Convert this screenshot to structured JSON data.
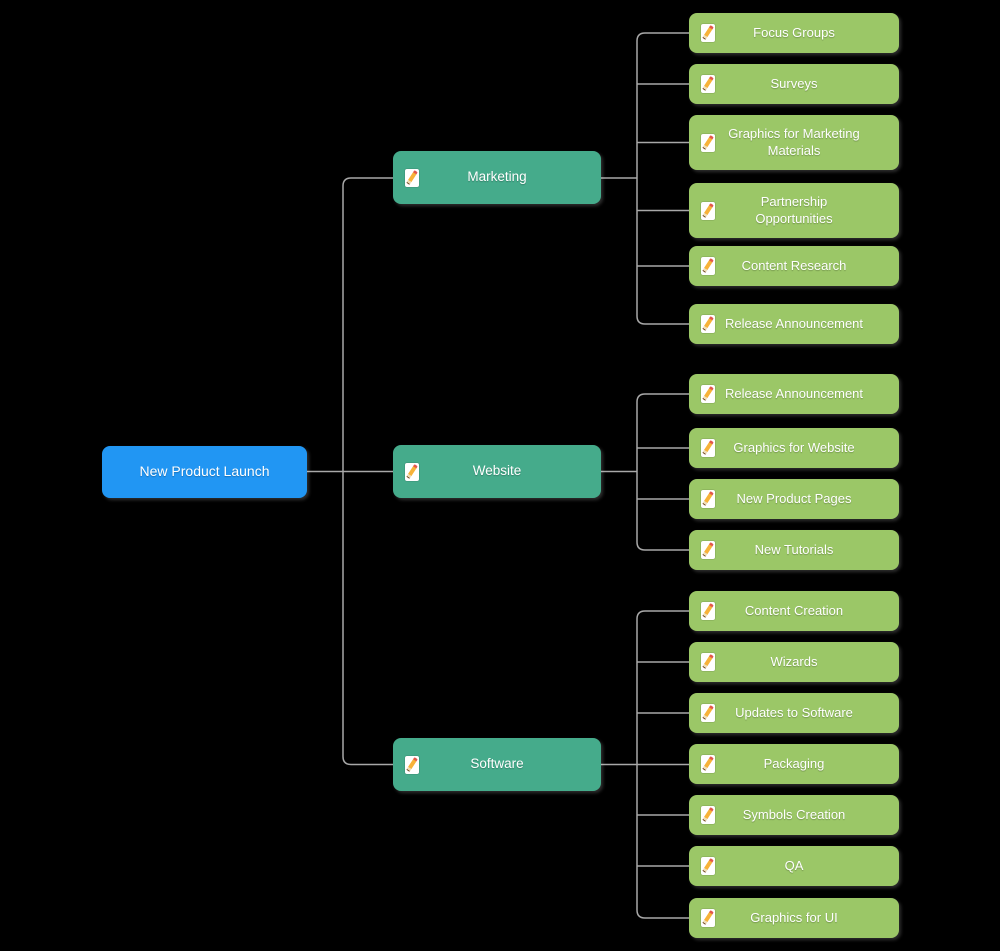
{
  "diagram": {
    "type": "mindmap-tree",
    "root": {
      "label": "New Product Launch"
    },
    "branches": [
      {
        "label": "Marketing",
        "children": [
          "Focus Groups",
          "Surveys",
          "Graphics for Marketing\nMaterials",
          "Partnership\nOpportunities",
          "Content Research",
          "Release Announcement"
        ]
      },
      {
        "label": "Website",
        "children": [
          "Release Announcement",
          "Graphics for Website",
          "New Product Pages",
          "New Tutorials"
        ]
      },
      {
        "label": "Software",
        "children": [
          "Content Creation",
          "Wizards",
          "Updates to Software",
          "Packaging",
          "Symbols Creation",
          "QA",
          "Graphics for UI"
        ]
      }
    ],
    "colors": {
      "root": "#2196f3",
      "branch": "#45ab8b",
      "leaf": "#9bc767",
      "connector": "#a8a8a8",
      "background": "#000000",
      "text": "#ffffff"
    },
    "icon": "note-pencil-icon"
  }
}
